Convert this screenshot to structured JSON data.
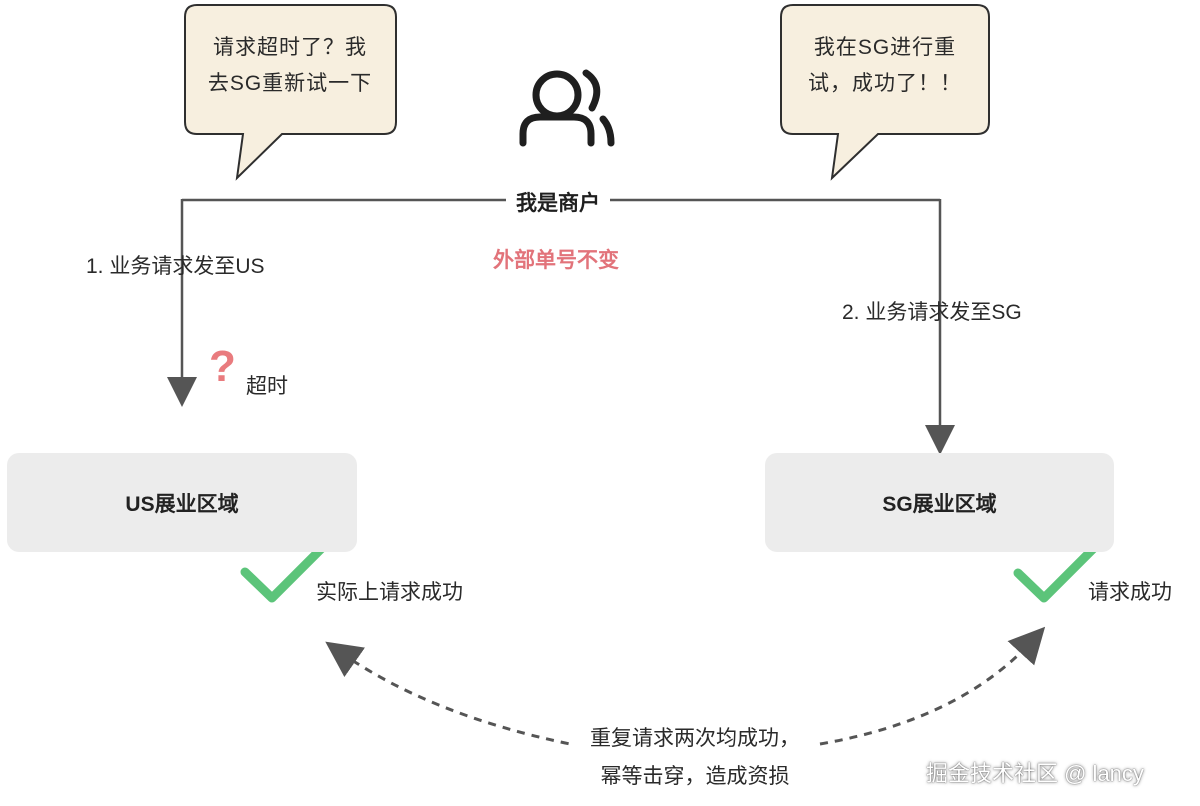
{
  "bubbles": {
    "left": {
      "line1": "请求超时了？我",
      "line2": "去SG重新试一下"
    },
    "right": {
      "line1": "我在SG进行重",
      "line2": "试，成功了！！"
    }
  },
  "merchant_label": "我是商户",
  "order_note": "外部单号不变",
  "step_us": "1. 业务请求发至US",
  "step_sg": "2. 业务请求发至SG",
  "timeout_mark": "?",
  "timeout_label": "超时",
  "regions": {
    "us": "US展业区域",
    "sg": "SG展业区域"
  },
  "success": {
    "us": "实际上请求成功",
    "sg": "请求成功"
  },
  "conclusion": {
    "line1": "重复请求两次均成功，",
    "line2": "幂等击穿，造成资损"
  },
  "watermark": "掘金技术社区 @ lancy",
  "icons": {
    "user": "users-icon",
    "check": "checkmark-icon",
    "question": "question-mark-icon"
  },
  "colors": {
    "bubble_fill": "#f7efdf",
    "region_fill": "#ececec",
    "check": "#5cc47a",
    "alert": "#e2737a",
    "line": "#555555"
  }
}
